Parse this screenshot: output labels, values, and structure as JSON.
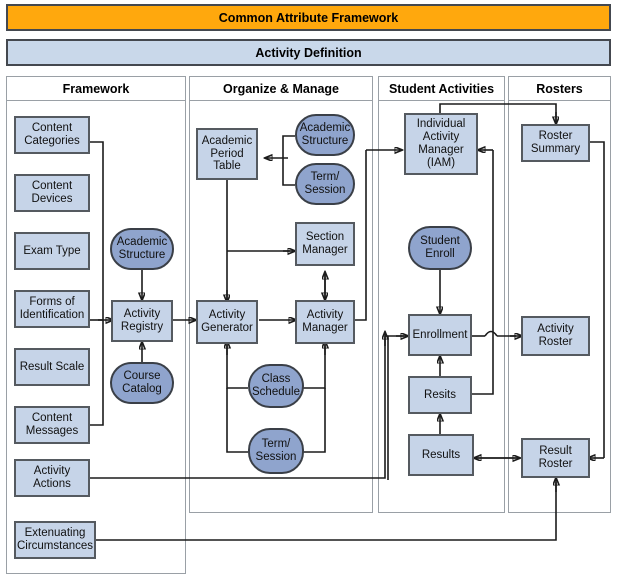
{
  "banners": {
    "main_title": "Common Attribute Framework",
    "sub_title": "Activity Definition"
  },
  "colors": {
    "main_banner_bg": "#FFA80D",
    "sub_banner_bg": "#c9d8ea",
    "rect_node_bg": "#c6d4e8",
    "pill_node_bg": "#8fa4cd",
    "border": "#555a60",
    "panel_border": "#9aa0a6",
    "connector": "#1b1b1b"
  },
  "columns": [
    {
      "id": "framework",
      "label": "Framework"
    },
    {
      "id": "organize-manage",
      "label": "Organize & Manage"
    },
    {
      "id": "student-activities",
      "label": "Student Activities"
    },
    {
      "id": "rosters",
      "label": "Rosters"
    }
  ],
  "nodes": {
    "framework": [
      {
        "id": "content-categories",
        "label": "Content Categories",
        "shape": "rect"
      },
      {
        "id": "content-devices",
        "label": "Content Devices",
        "shape": "rect"
      },
      {
        "id": "exam-type",
        "label": "Exam Type",
        "shape": "rect"
      },
      {
        "id": "forms-of-identification",
        "label": "Forms of Identification",
        "shape": "rect"
      },
      {
        "id": "result-scale",
        "label": "Result Scale",
        "shape": "rect"
      },
      {
        "id": "content-messages",
        "label": "Content Messages",
        "shape": "rect"
      },
      {
        "id": "activity-actions",
        "label": "Activity Actions",
        "shape": "rect"
      },
      {
        "id": "extenuating-circumstances",
        "label": "Extenuating Circumstances",
        "shape": "rect"
      },
      {
        "id": "academic-structure-fw",
        "label": "Academic Structure",
        "shape": "pill"
      },
      {
        "id": "activity-registry",
        "label": "Activity Registry",
        "shape": "rect"
      },
      {
        "id": "course-catalog",
        "label": "Course Catalog",
        "shape": "pill"
      }
    ],
    "organize-manage": [
      {
        "id": "academic-period-table",
        "label": "Academic Period Table",
        "shape": "rect"
      },
      {
        "id": "academic-structure-om",
        "label": "Academic Structure",
        "shape": "pill"
      },
      {
        "id": "term-session-top",
        "label": "Term/ Session",
        "shape": "pill"
      },
      {
        "id": "section-manager",
        "label": "Section Manager",
        "shape": "rect"
      },
      {
        "id": "activity-generator",
        "label": "Activity Generator",
        "shape": "rect"
      },
      {
        "id": "activity-manager",
        "label": "Activity Manager",
        "shape": "rect"
      },
      {
        "id": "class-schedule",
        "label": "Class Schedule",
        "shape": "pill"
      },
      {
        "id": "term-session-bottom",
        "label": "Term/ Session",
        "shape": "pill"
      }
    ],
    "student-activities": [
      {
        "id": "individual-activity-manager",
        "label": "Individual Activity Manager (IAM)",
        "shape": "rect"
      },
      {
        "id": "student-enroll",
        "label": "Student Enroll",
        "shape": "pill"
      },
      {
        "id": "enrollment",
        "label": "Enrollment",
        "shape": "rect"
      },
      {
        "id": "resits",
        "label": "Resits",
        "shape": "rect"
      },
      {
        "id": "results",
        "label": "Results",
        "shape": "rect"
      }
    ],
    "rosters": [
      {
        "id": "roster-summary",
        "label": "Roster Summary",
        "shape": "rect"
      },
      {
        "id": "activity-roster",
        "label": "Activity Roster",
        "shape": "rect"
      },
      {
        "id": "result-roster",
        "label": "Result Roster",
        "shape": "rect"
      }
    ]
  }
}
